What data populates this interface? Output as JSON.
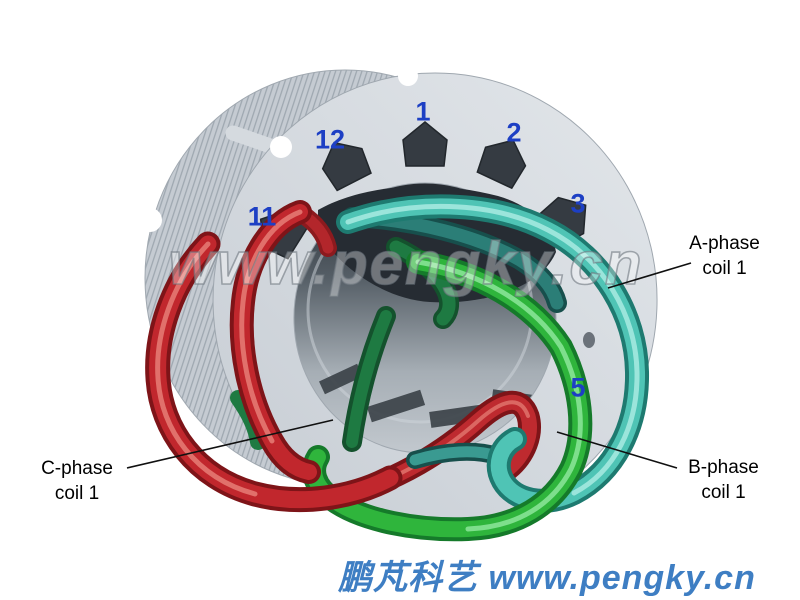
{
  "illustration": {
    "description": "Cut-away 3D view of a 12-slot laminated motor stator core with three phase coils installed",
    "core_color": "#c6ccd3",
    "face_color": "#d6dbe0",
    "slot_color": "#353b42"
  },
  "watermark": {
    "text": "www.pengky.cn"
  },
  "slot_numbers": [
    {
      "value": "1"
    },
    {
      "value": "2"
    },
    {
      "value": "3"
    },
    {
      "value": "5"
    },
    {
      "value": "11"
    },
    {
      "value": "12"
    }
  ],
  "coil_labels": {
    "a": {
      "line1": "A-phase",
      "line2": "coil 1"
    },
    "b": {
      "line1": "B-phase",
      "line2": "coil 1"
    },
    "c": {
      "line1": "C-phase",
      "line2": "coil 1"
    }
  },
  "coils": [
    {
      "name": "A-phase coil 1",
      "color": "#4fc4b5"
    },
    {
      "name": "B-phase coil 1",
      "color": "#2fb53c"
    },
    {
      "name": "C-phase coil 1",
      "color": "#c1272d"
    }
  ],
  "footer": {
    "text": "鹏芃科艺 www.pengky.cn",
    "color": "#3e7ec3"
  }
}
